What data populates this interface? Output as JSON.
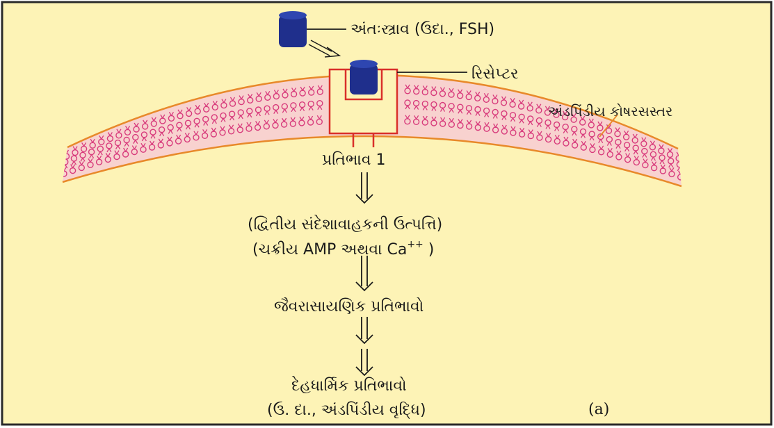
{
  "labels": {
    "hormone": "અંતઃસ્ત્રાવ (ઉદા., FSH)",
    "receptor": "રિસેપ્ટર",
    "membrane": "અંડપિંડીય કોષરસસ્તર",
    "response1": "પ્રતિભાવ 1",
    "second_messenger_line1": "(દ્વિતીય સંદેશાવાહકની ઉત્પત્તિ)",
    "second_messenger_line2_prefix": "(ચક્રીય AMP અથવા Ca",
    "second_messenger_sup": "++",
    "second_messenger_line2_suffix": " )",
    "biochemical": "જૈવરાસાયણિક પ્રતિભાવો",
    "physiological": "દેહધાર્મિક પ્રતિભાવો",
    "physiological_example": "(ઉ. દા., અંડપિંડીય વૃદ્ધિ)",
    "panel": "(a)"
  },
  "colors": {
    "background": "#fdf3b6",
    "frame": "#2a2a2a",
    "membrane_fill": "#f8d2cf",
    "membrane_edge": "#e8892a",
    "lipid": "#d83b7c",
    "hormone": "#1f2f8c",
    "receptor": "#d9302a"
  }
}
